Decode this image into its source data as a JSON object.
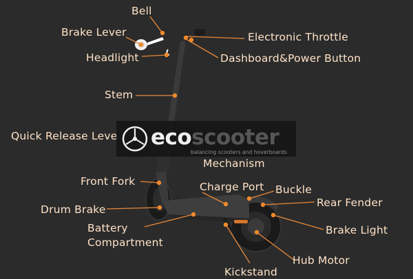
{
  "labels": {
    "bell": "Bell",
    "brake_lever": "Brake Lever",
    "headlight": "Headlight",
    "electronic_throttle": "Electronic Throttle",
    "dashboard_power": "Dashboard&Power Button",
    "stem": "Stem",
    "quick_release": "Quick Release Leve",
    "mechanism": "Mechanism",
    "front_fork": "Front Fork",
    "charge_port": "Charge Port",
    "buckle": "Buckle",
    "rear_fender": "Rear Fender",
    "drum_brake": "Drum Brake",
    "battery_compartment_1": "Battery",
    "battery_compartment_2": "Compartment",
    "brake_light": "Brake Light",
    "hub_motor": "Hub Motor",
    "kickstand": "Kickstand"
  },
  "watermark": {
    "brand_part1": "eco",
    "brand_part2": "scooter",
    "tagline": "balancing scooters and hoverboards"
  },
  "colors": {
    "background": "#2b2b2b",
    "label_text": "#ffe3c8",
    "leader_line": "#e8893a",
    "marker": "#f08a2c",
    "scooter_body": "#3c3c3c",
    "scooter_dark": "#1c1c1c"
  }
}
